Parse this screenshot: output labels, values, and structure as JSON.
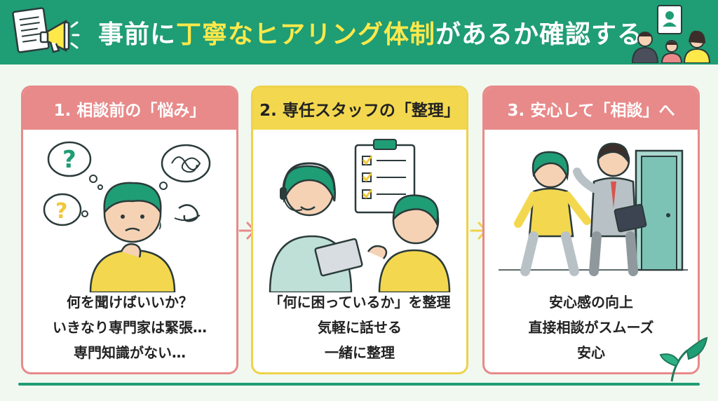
{
  "header": {
    "title_parts": [
      {
        "text": "事前に",
        "highlight": false
      },
      {
        "text": "丁寧なヒアリング体制",
        "highlight": true
      },
      {
        "text": "があるか確認する",
        "highlight": false
      }
    ]
  },
  "colors": {
    "header_bg": "#1f9d74",
    "highlight": "#ffe94a",
    "card_pink": "#e88a8a",
    "card_yellow": "#f3d84f",
    "page_bg": "#f1f8f0"
  },
  "cards": [
    {
      "title": "1. 相談前の「悩み」",
      "lines": [
        "何を聞けばいいか？",
        "いきなり専門家は緊張…",
        "専門知識がない…"
      ],
      "illustration": "worried-person-icon"
    },
    {
      "title": "2. 専任スタッフの「整理」",
      "lines": [
        "「何に困っているか」を整理",
        "気軽に話せる",
        "一緒に整理"
      ],
      "illustration": "staff-consultation-icon"
    },
    {
      "title": "3. 安心して「相談」へ",
      "lines": [
        "安心感の向上",
        "直接相談がスムーズ",
        "安心"
      ],
      "illustration": "walking-to-consultation-icon"
    }
  ],
  "icons": {
    "header_left": [
      "document-icon",
      "megaphone-icon"
    ],
    "header_right": [
      "profile-card-icon",
      "family-icon"
    ],
    "decoration": "leaf-icon"
  }
}
